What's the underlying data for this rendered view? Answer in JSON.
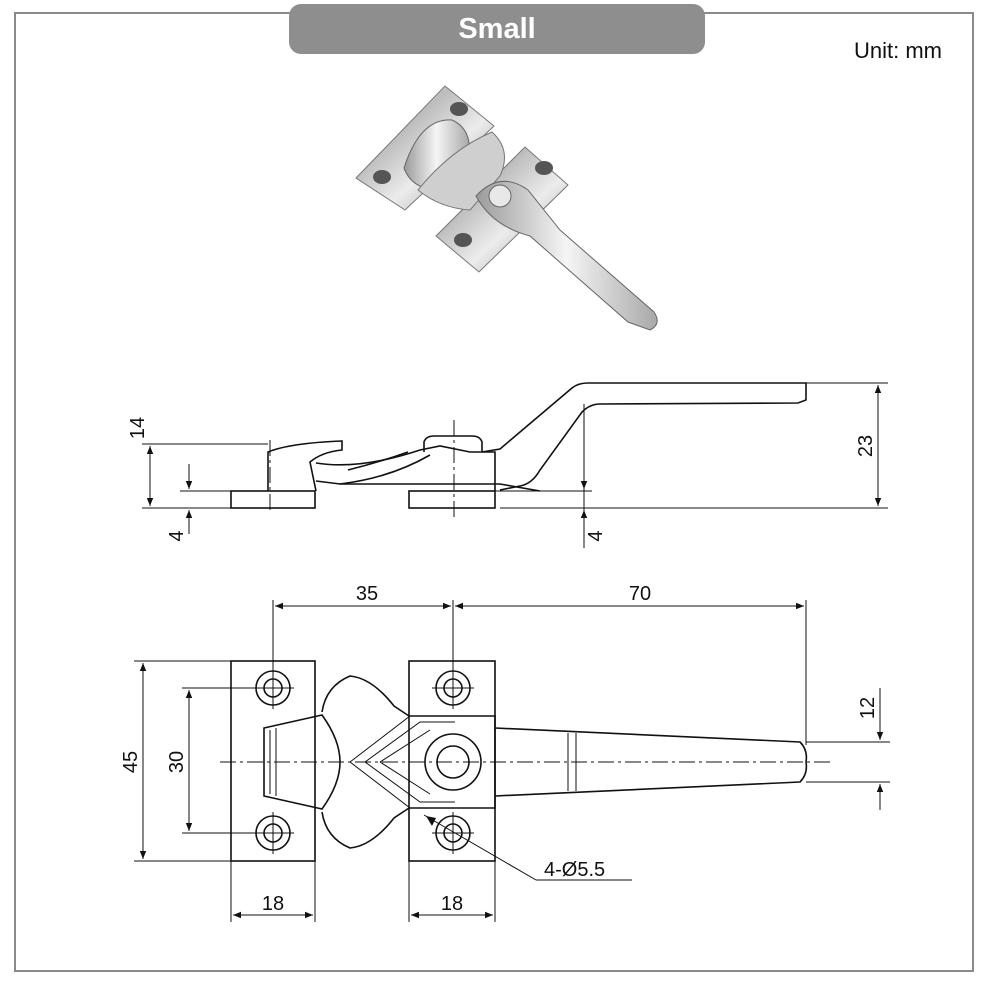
{
  "title": "Small",
  "unit": "Unit: mm",
  "dimensions": {
    "side_height_total": "23",
    "side_handle_offset": "14",
    "side_plate_left": "4",
    "side_plate_right": "4",
    "top_spacing": "35",
    "top_handle_length": "70",
    "top_width_total": "45",
    "top_hole_spacing": "30",
    "top_handle_tip": "12",
    "plate_width_left": "18",
    "plate_width_right": "18",
    "hole_callout": "4-Ø5.5"
  },
  "icons": {
    "photo": "stainless-window-latch-photo"
  }
}
